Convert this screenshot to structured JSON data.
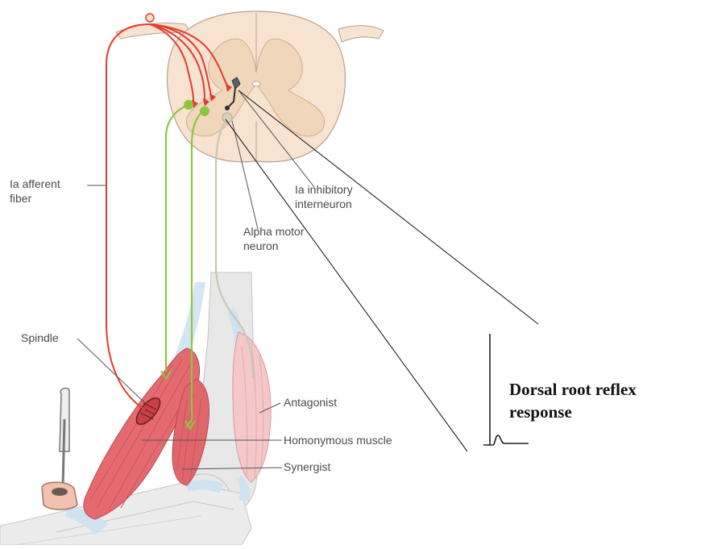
{
  "labels": {
    "ia_afferent_line1": "Ia afferent",
    "ia_afferent_line2": "fiber",
    "ia_inhibitory_line1": "Ia inhibitory",
    "ia_inhibitory_line2": "interneuron",
    "alpha_motor_line1": "Alpha motor",
    "alpha_motor_line2": "neuron",
    "spindle": "Spindle",
    "antagonist": "Antagonist",
    "homonymous": "Homonymous muscle",
    "synergist": "Synergist",
    "reflex_line1": "Dorsal root reflex",
    "reflex_line2": "response"
  },
  "colors": {
    "afferent": "#e23b2e",
    "motor": "#8cc63f",
    "interneuron": "#5a6270",
    "cord_fill": "#f7e3cf",
    "muscle": "#e46a70",
    "antagonist_muscle": "#f3c3c4",
    "bone": "#e6e6e6",
    "tendon": "#bcd8ec"
  }
}
